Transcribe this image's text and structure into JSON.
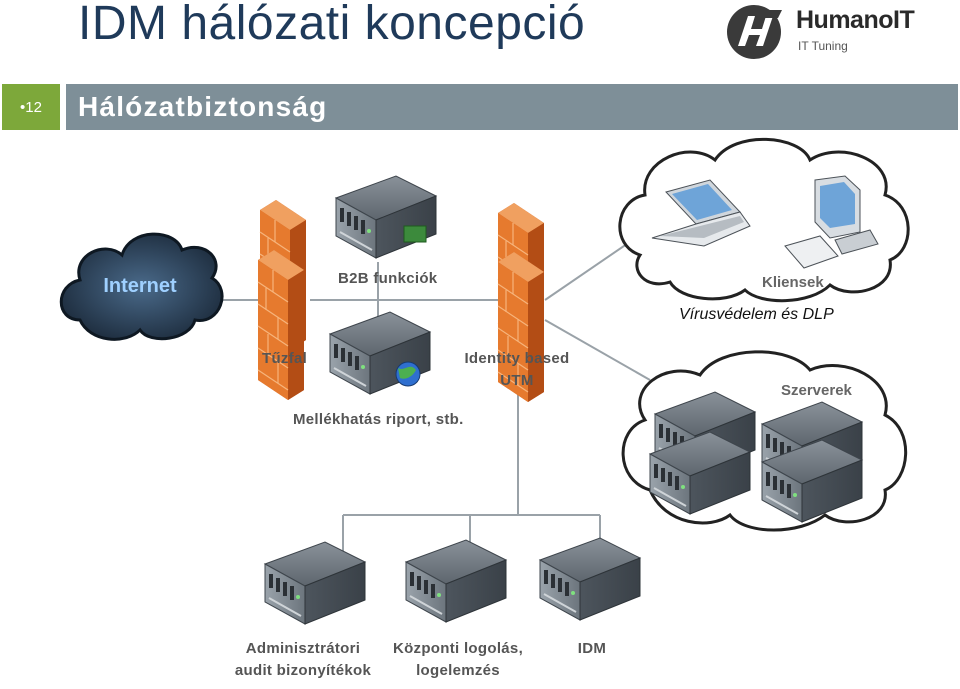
{
  "header": {
    "title": "IDM hálózati koncepció",
    "slide_number": "•12",
    "section_title": "Hálózatbiztonság"
  },
  "logo": {
    "name": "HumanoIT",
    "tagline": "IT Tuning"
  },
  "diagram": {
    "internet_label": "Internet",
    "firewall_label": "Tűzfal",
    "b2b_label": "B2B funkciók",
    "side_effect_label": "Mellékhatás riport, stb.",
    "utm_label_line1": "Identity based",
    "utm_label_line2": "UTM",
    "clients_label": "Kliensek",
    "antivirus_label": "Vírusvédelem és DLP",
    "servers_label": "Szerverek",
    "admin_label_line1": "Adminisztrátori",
    "admin_label_line2": "audit bizonyítékok",
    "logging_label_line1": "Központi logolás,",
    "logging_label_line2": "logelemzés",
    "idm_label": "IDM"
  },
  "colors": {
    "accent_green": "#7da83a",
    "header_bar": "#7e8f98",
    "title_text": "#1f3a5a",
    "firewall_orange": "#e67a2e"
  }
}
